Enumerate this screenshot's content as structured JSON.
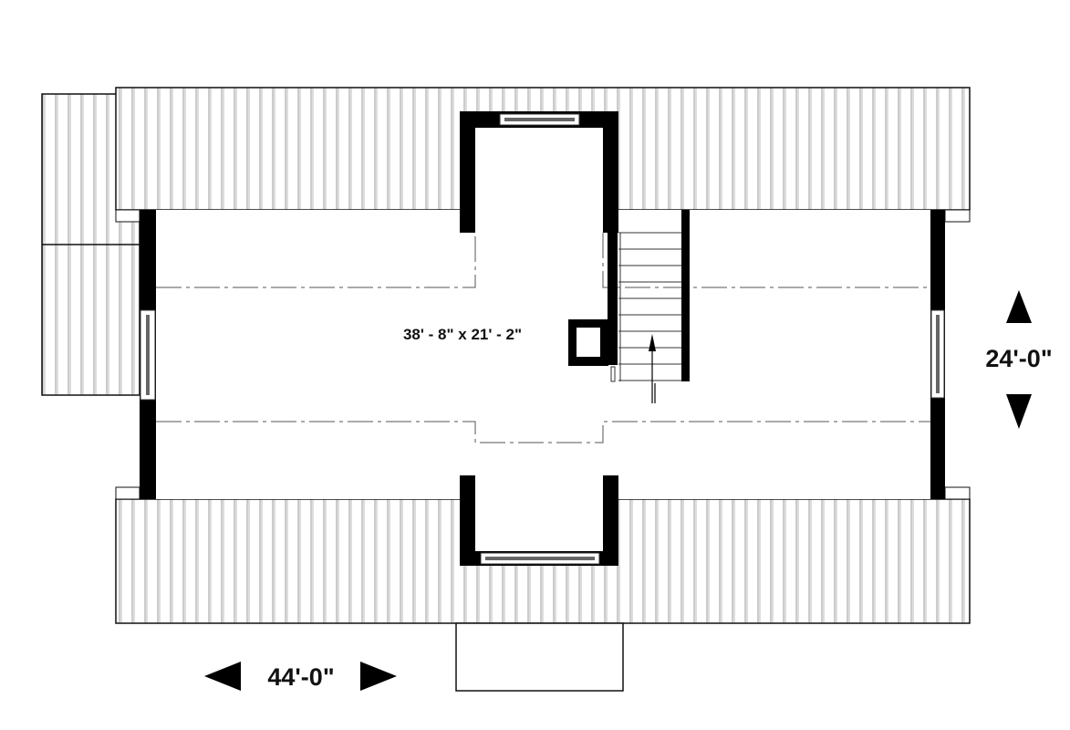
{
  "plan": {
    "room_dimensions": "38' - 8\" x 21' - 2\"",
    "depth_dimension": "24'-0\"",
    "width_dimension": "44'-0\""
  }
}
